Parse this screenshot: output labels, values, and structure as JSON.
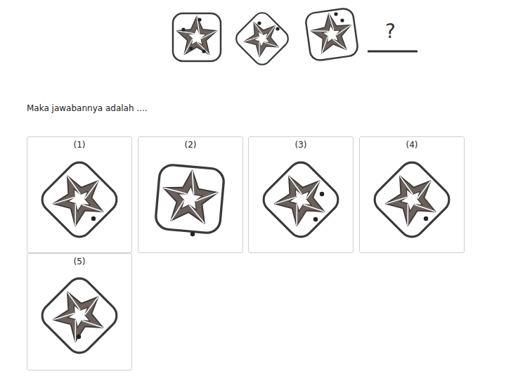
{
  "diagram": {
    "nodes": [
      {
        "text": [
          "(1)"
        ]
      },
      {
        "text": [
          "(2)"
        ]
      },
      {
        "text": [
          "(3)"
        ]
      },
      {
        "text": [
          "(4)"
        ]
      },
      {
        "text": [
          "(5)"
        ]
      }
    ],
    "labels": [
      "?",
      "Maka jawabannya adalah ...."
    ]
  }
}
